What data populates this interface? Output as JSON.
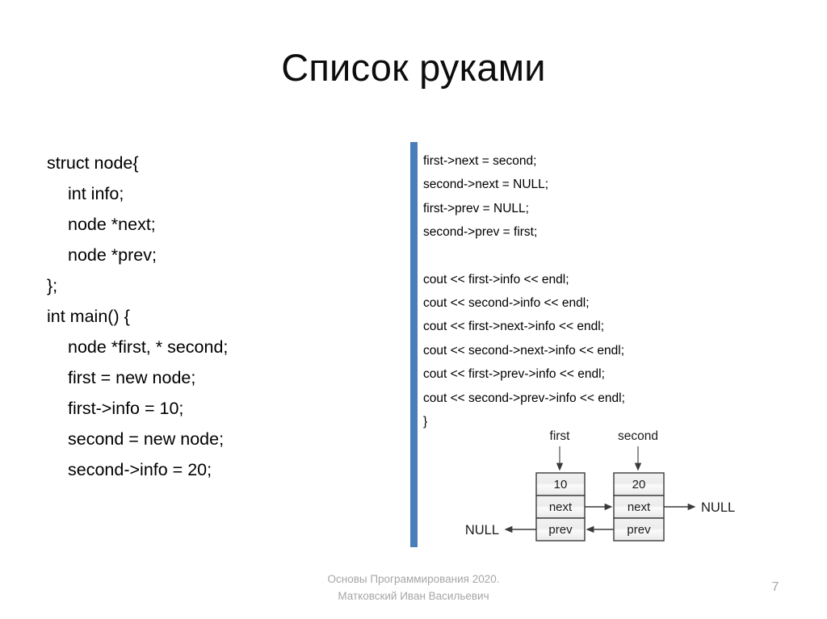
{
  "slide": {
    "title": "Список руками",
    "page_number": "7",
    "accent_color": "#4a7ebb"
  },
  "left_code": {
    "lines": [
      {
        "text": "struct node{",
        "indent": 0
      },
      {
        "text": "int info;",
        "indent": 1
      },
      {
        "text": "node *next;",
        "indent": 1
      },
      {
        "text": "node *prev;",
        "indent": 1
      },
      {
        "text": "};",
        "indent": 0
      },
      {
        "text": "int main() {",
        "indent": 0
      },
      {
        "text": "node *first, * second;",
        "indent": 1
      },
      {
        "text": "first = new node;",
        "indent": 1
      },
      {
        "text": "first->info = 10;",
        "indent": 1
      },
      {
        "text": "second = new node;",
        "indent": 1
      },
      {
        "text": "second->info = 20;",
        "indent": 1
      }
    ]
  },
  "right_code": {
    "lines": [
      {
        "text": "first->next = second;",
        "blank_after": false
      },
      {
        "text": "second->next = NULL;",
        "blank_after": false
      },
      {
        "text": "first->prev = NULL;",
        "blank_after": false
      },
      {
        "text": "second->prev = first;",
        "blank_after": true
      },
      {
        "text": "cout << first->info << endl;",
        "blank_after": false
      },
      {
        "text": "cout << second->info << endl;",
        "blank_after": false
      },
      {
        "text": "cout << first->next->info << endl;",
        "blank_after": false
      },
      {
        "text": "cout << second->next->info << endl;",
        "blank_after": false
      },
      {
        "text": "cout << first->prev->info << endl;",
        "blank_after": false
      },
      {
        "text": "cout << second->prev->info << endl;",
        "blank_after": false
      },
      {
        "text": "}",
        "blank_after": false
      }
    ]
  },
  "diagram": {
    "pointer_labels": {
      "first": "first",
      "second": "second"
    },
    "node1": {
      "info": "10",
      "next": "next",
      "prev": "prev"
    },
    "node2": {
      "info": "20",
      "next": "next",
      "prev": "prev"
    },
    "null_left": "NULL",
    "null_right": "NULL"
  },
  "footer": {
    "line1": "Основы Программирования 2020.",
    "line2": "Матковский Иван Васильевич"
  }
}
